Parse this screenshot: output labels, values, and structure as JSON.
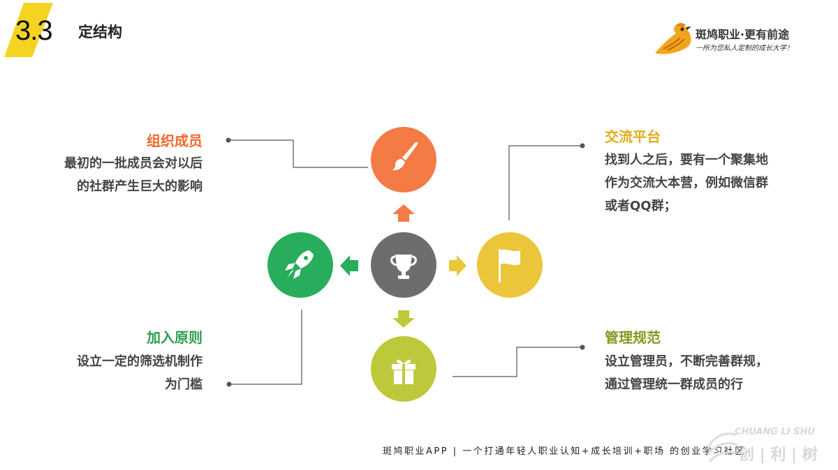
{
  "header": {
    "section_number": "3.3",
    "section_title": "定结构",
    "accent_color": "#f5d323"
  },
  "brand": {
    "name": "斑鸠职业·更有前途",
    "slogan": "一所为您私人定制的成长大学！"
  },
  "diagram": {
    "center_icon": "trophy-icon",
    "nodes": {
      "top": {
        "icon": "paintbrush-icon",
        "color": "#f47b46"
      },
      "right": {
        "icon": "flag-icon",
        "color": "#ecc63a"
      },
      "bottom": {
        "icon": "gift-icon",
        "color": "#bdc93a"
      },
      "left": {
        "icon": "rocket-icon",
        "color": "#28ad5c"
      }
    }
  },
  "sections": {
    "members": {
      "heading": "组织成员",
      "lines": [
        "最初的一批成员会对以后",
        "的社群产生巨大的影响"
      ]
    },
    "platform": {
      "heading": "交流平台",
      "lines": [
        "找到人之后，要有一个聚集地",
        "作为交流大本营，例如微信群",
        "或者QQ群；"
      ]
    },
    "rules": {
      "heading": "加入原则",
      "lines": [
        "设立一定的筛选机制作",
        "为门槛"
      ]
    },
    "management": {
      "heading": "管理规范",
      "lines": [
        "设立管理员，不断完善群规，",
        "通过管理统一群成员的行"
      ]
    }
  },
  "footer": {
    "text": "斑鸠职业APP  |  一个打通年轻人职业认知+成长培训+职场      的创业学习社区"
  },
  "watermark": {
    "latin": "CHUANG LI SHU",
    "cjk": "创 | 利 | 树"
  }
}
